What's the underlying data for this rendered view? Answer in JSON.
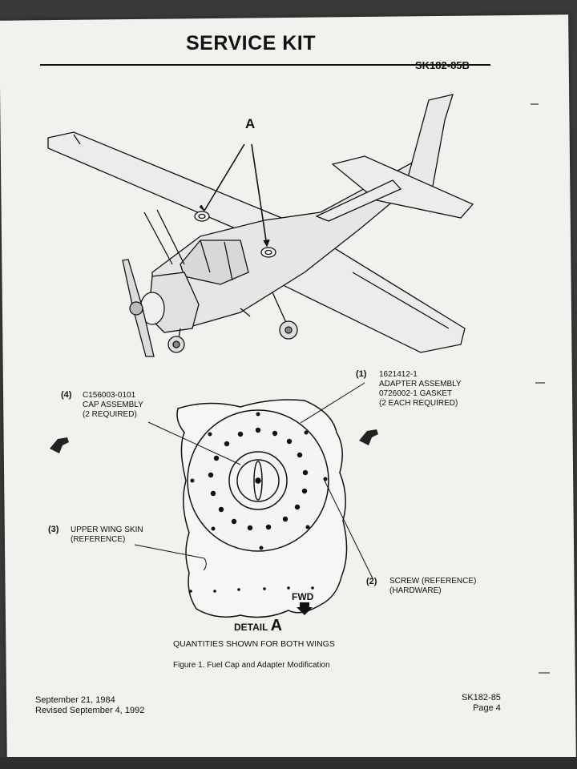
{
  "header": {
    "title": "SERVICE KIT",
    "doc_number": "SK182-85B"
  },
  "figure": {
    "callout_letter": "A",
    "part1": {
      "num": "(1)",
      "line1": "1621412-1",
      "line2": "ADAPTER ASSEMBLY",
      "line3": "0726002-1 GASKET",
      "line4": "(2 EACH REQUIRED)"
    },
    "part4": {
      "num": "(4)",
      "line1": "C156003-0101",
      "line2": "CAP ASSEMBLY",
      "line3": "(2 REQUIRED)"
    },
    "part3": {
      "num": "(3)",
      "line1": "UPPER WING SKIN",
      "line2": "(REFERENCE)"
    },
    "part2": {
      "num": "(2)",
      "line1": "SCREW (REFERENCE)",
      "line2": "(HARDWARE)"
    },
    "fwd_label": "FWD",
    "detail_prefix": "DETAIL",
    "detail_letter": "A",
    "quantities_note": "QUANTITIES SHOWN FOR BOTH WINGS",
    "caption": "Figure 1.  Fuel Cap and Adapter Modification"
  },
  "footer": {
    "date": "September 21, 1984",
    "revised": "Revised September 4, 1992",
    "doc_ref": "SK182-85",
    "page": "Page 4"
  }
}
